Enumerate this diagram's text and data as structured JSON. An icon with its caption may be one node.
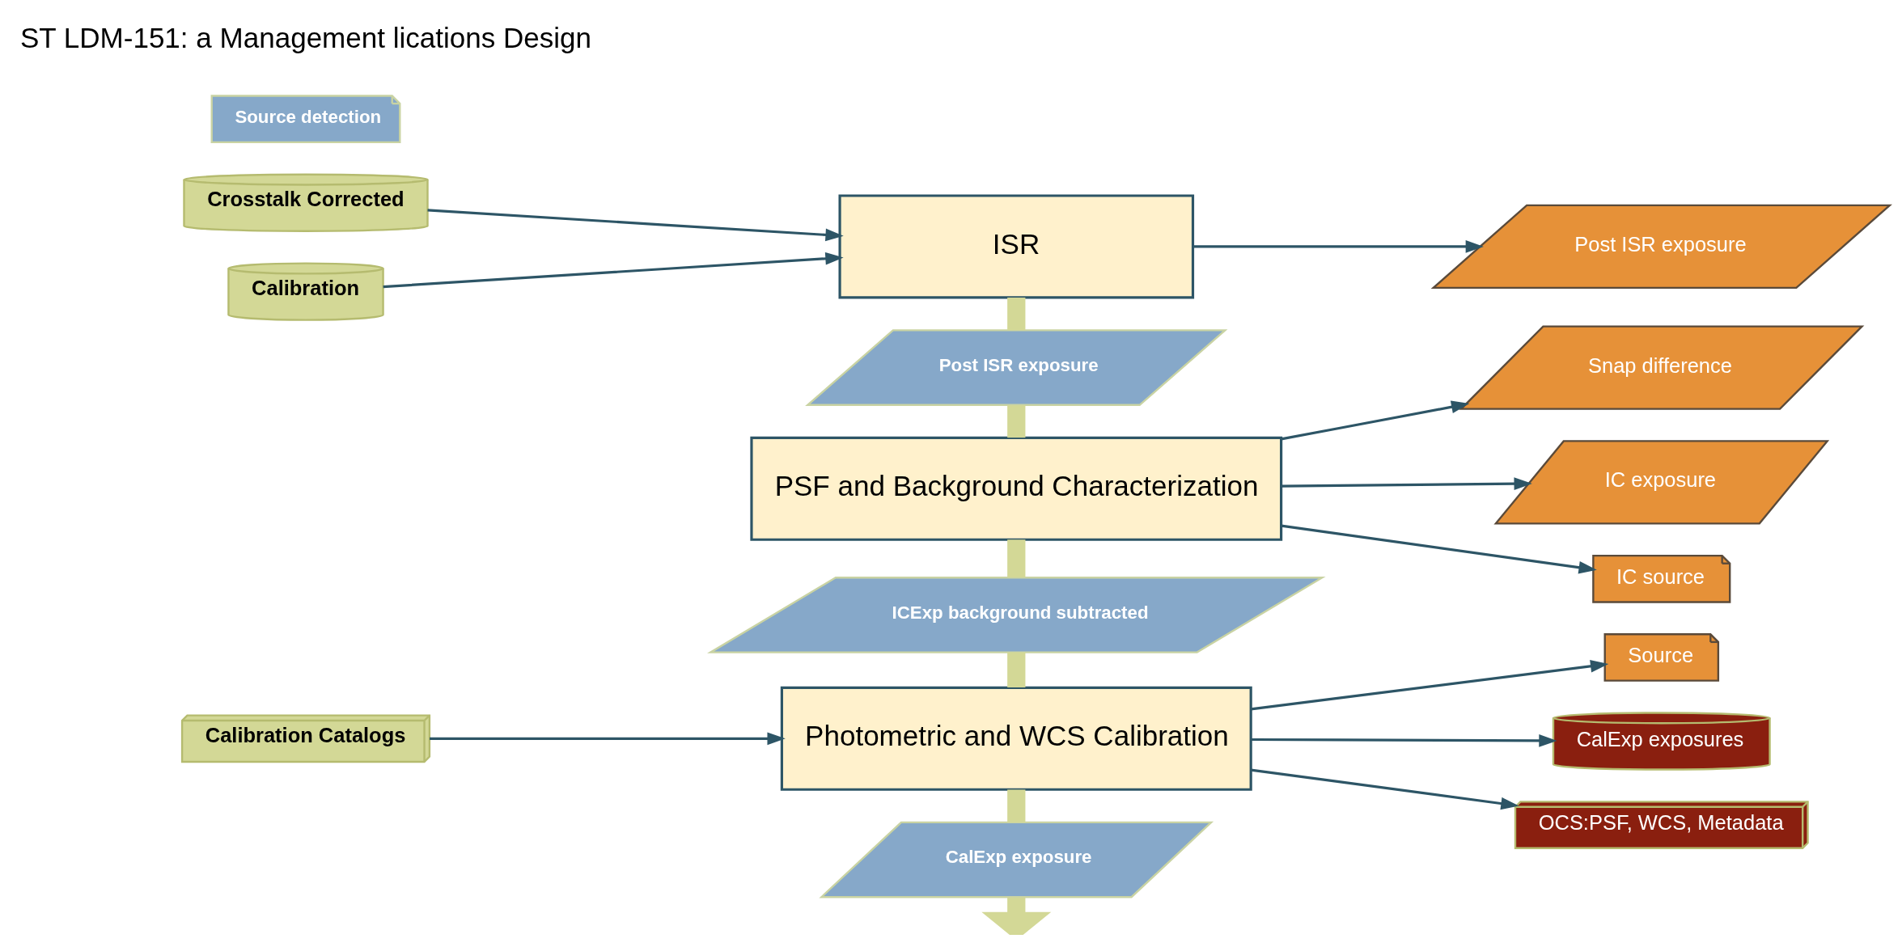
{
  "diagram": {
    "nodes": [
      {
        "text": [
          "Crosstalk Corrected"
        ]
      },
      {
        "text": [
          "Calibration"
        ]
      },
      {
        "text": [
          "ISR"
        ]
      },
      {
        "text": [
          "Post ISR exposure"
        ]
      },
      {
        "text": [
          "Post ISR exposure"
        ]
      },
      {
        "text": [
          "PSF and Background Characterization"
        ]
      },
      {
        "text": [
          "Snap difference"
        ]
      },
      {
        "text": [
          "IC exposure"
        ]
      },
      {
        "text": [
          "IC source"
        ]
      },
      {
        "text": [
          "Source detection"
        ]
      },
      {
        "text": [
          "ICExp background subtracted"
        ]
      },
      {
        "text": [
          "Calibration Catalogs"
        ]
      },
      {
        "text": [
          "Photometric and WCS Calibration"
        ]
      },
      {
        "text": [
          "Source"
        ]
      },
      {
        "text": [
          "CalExp exposures"
        ]
      },
      {
        "text": [
          "OCS:PSF, WCS, Metadata"
        ]
      },
      {
        "text": [
          "CalExp exposure"
        ]
      }
    ],
    "edges": [
      {
        "from": 0,
        "to": 2,
        "arrow": "to"
      },
      {
        "from": 1,
        "to": 2,
        "arrow": "to"
      },
      {
        "from": 2,
        "to": 3,
        "arrow": "to"
      },
      {
        "from": 2,
        "to": 4,
        "arrow": "none",
        "style": "thick",
        "color": "#d3d896"
      },
      {
        "from": 4,
        "to": 5,
        "arrow": "none",
        "style": "thick",
        "color": "#d3d896"
      },
      {
        "from": 5,
        "to": 6,
        "arrow": "to"
      },
      {
        "from": 5,
        "to": 7,
        "arrow": "to"
      },
      {
        "from": 5,
        "to": 8,
        "arrow": "to"
      },
      {
        "from": 5,
        "to": 10,
        "arrow": "none",
        "style": "thick",
        "color": "#d3d896"
      },
      {
        "from": 10,
        "to": 12,
        "arrow": "none",
        "style": "thick",
        "color": "#d3d896"
      },
      {
        "from": 11,
        "to": 12,
        "arrow": "to"
      },
      {
        "from": 12,
        "to": 13,
        "arrow": "to"
      },
      {
        "from": 12,
        "to": 14,
        "arrow": "to"
      },
      {
        "from": 12,
        "to": 15,
        "arrow": "to"
      },
      {
        "from": 12,
        "to": 16,
        "arrow": "none",
        "style": "thick",
        "color": "#d3d896"
      },
      {
        "from": 16,
        "to": null,
        "arrow": "to",
        "style": "thick",
        "color": "#d3d896"
      }
    ],
    "labels": [
      "ST LDM-151: a Management lications Design"
    ]
  }
}
